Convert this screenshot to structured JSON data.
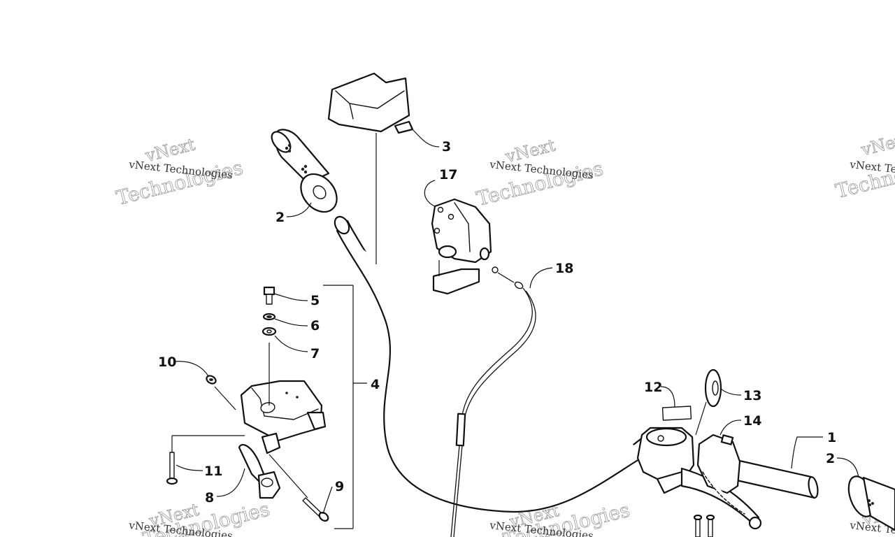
{
  "watermark": {
    "line_a": "vNext",
    "line_b": "Technologies",
    "caption": "vNext Technologies"
  },
  "callouts": [
    {
      "id": "1",
      "part": "handlebar"
    },
    {
      "id": "2",
      "part": "grip"
    },
    {
      "id": "2",
      "part": "grip"
    },
    {
      "id": "3",
      "part": "handlebar-cover"
    },
    {
      "id": "4",
      "part": "throttle-control-assembly"
    },
    {
      "id": "5",
      "part": "bolt"
    },
    {
      "id": "6",
      "part": "lock-washer"
    },
    {
      "id": "7",
      "part": "washer"
    },
    {
      "id": "8",
      "part": "throttle-lever"
    },
    {
      "id": "9",
      "part": "screw"
    },
    {
      "id": "10",
      "part": "nut"
    },
    {
      "id": "11",
      "part": "screw"
    },
    {
      "id": "12",
      "part": "decal"
    },
    {
      "id": "13",
      "part": "grommet"
    },
    {
      "id": "14",
      "part": "switch-housing"
    },
    {
      "id": "17",
      "part": "brake-housing"
    },
    {
      "id": "18",
      "part": "cable"
    }
  ]
}
